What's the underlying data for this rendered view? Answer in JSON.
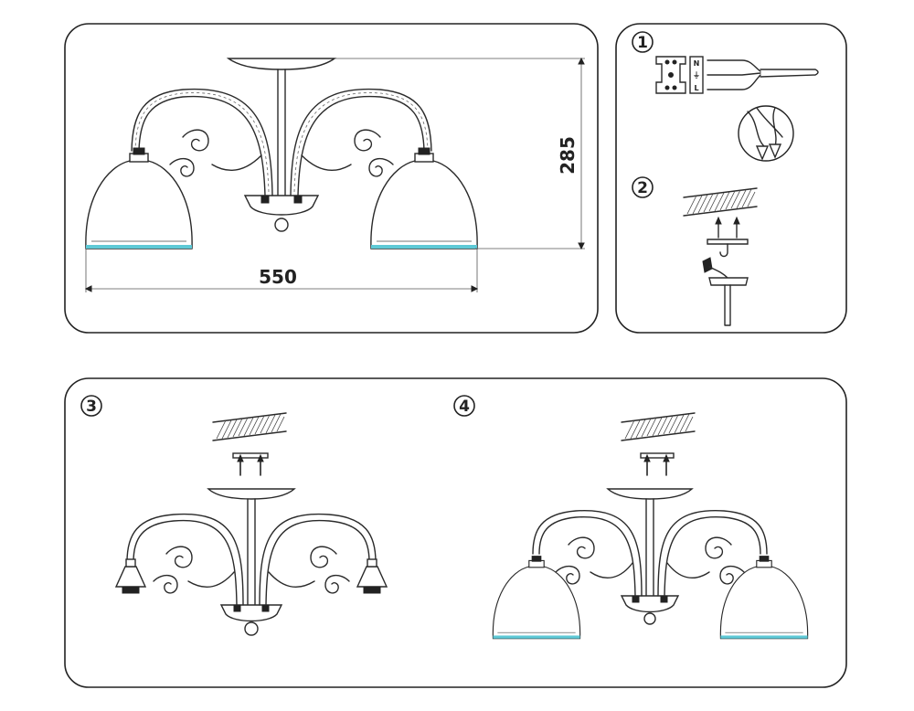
{
  "colors": {
    "line": "#2a2a2a",
    "accent_glass_rim": "#5ec9d6",
    "accent_arm": "#9fd6df",
    "background": "#ffffff"
  },
  "dimensions": {
    "height_label": "285",
    "width_label": "550"
  },
  "steps": [
    {
      "label": "1"
    },
    {
      "label": "2"
    },
    {
      "label": "3"
    },
    {
      "label": "4"
    }
  ],
  "terminal_marks": [
    "N",
    "⏚",
    "L"
  ],
  "icons": {
    "terminal_block": "terminal-block-icon",
    "wire_connector": "wire-connector-icon",
    "ceiling_hatch": "ceiling-hatch-icon",
    "mounting_bracket": "mounting-bracket-icon",
    "chandelier": "chandelier-icon",
    "glass_shade": "glass-shade-icon"
  }
}
